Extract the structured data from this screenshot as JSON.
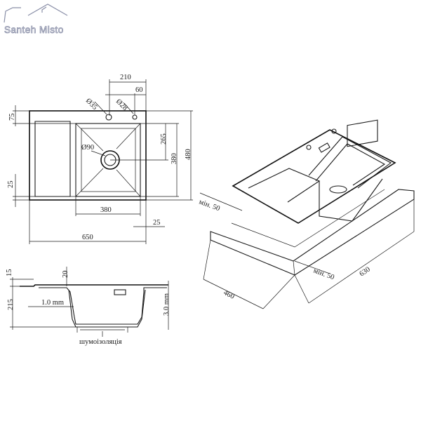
{
  "logo": {
    "text": "Santeh Misto"
  },
  "top_view": {
    "dims": {
      "width_total": "650",
      "height_total": "480",
      "bowl_width": "380",
      "bowl_height": "380",
      "offset_top": "210",
      "offset_top_small": "60",
      "offset_left": "75",
      "offset_bottom_left": "25",
      "offset_bottom_right": "25",
      "drain_pos": "265",
      "hole_1": "Ø35",
      "hole_2": "Ø28",
      "drain": "Ø90"
    }
  },
  "side_view": {
    "dims": {
      "rim": "15",
      "depth": "215",
      "top_offset": "20",
      "wall": "1.0 mm",
      "thickness": "3.0 mm",
      "insulation": "шумоізоляція"
    }
  },
  "iso_view": {
    "dims": {
      "min_left": "мін. 50",
      "min_right": "мін. 50",
      "depth": "460",
      "width": "630"
    }
  }
}
